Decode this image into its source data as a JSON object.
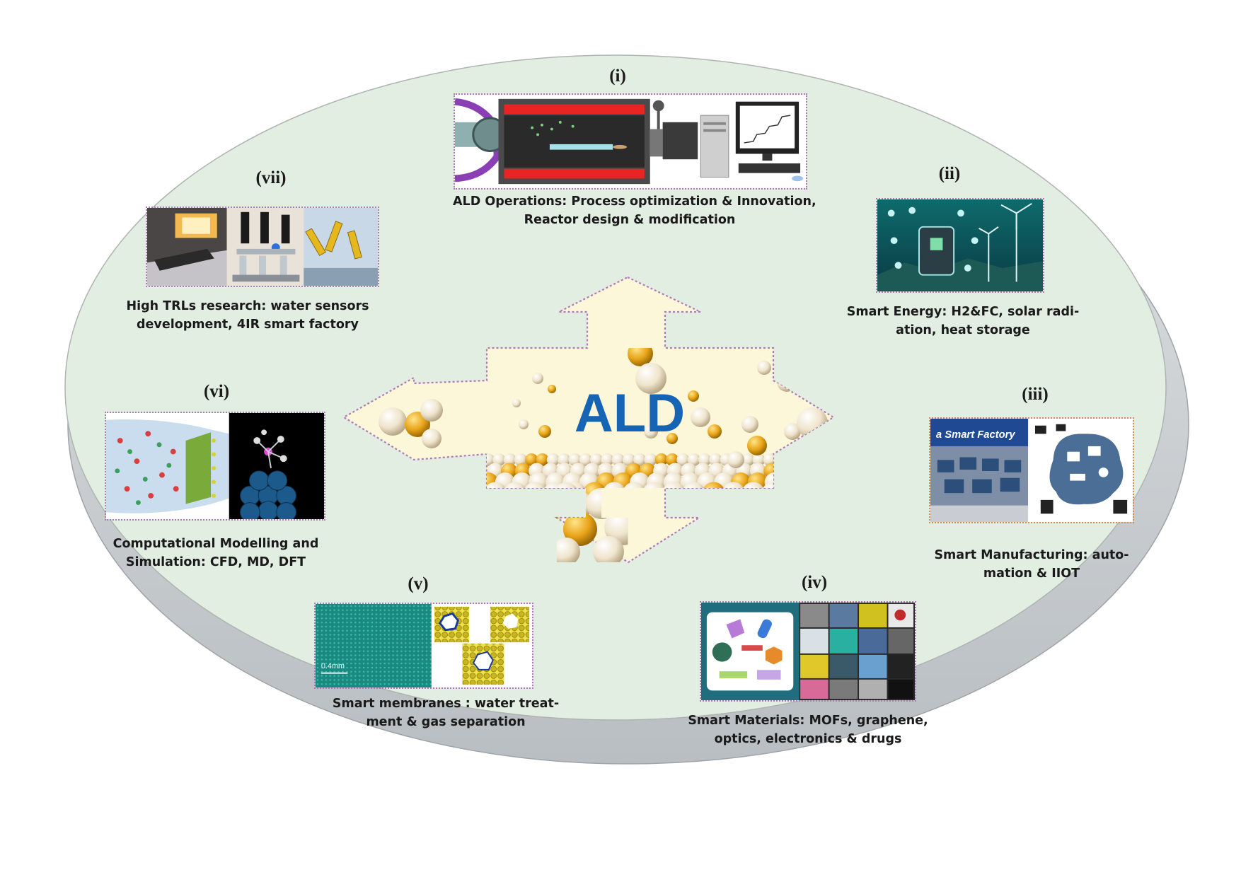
{
  "center": {
    "label": "ALD"
  },
  "colors": {
    "disc_face": "#e3eee3",
    "disc_edge": "#cfd3d6",
    "arrow_fill": "#fdf7da",
    "accent": "#1565b4",
    "gold": "#e8a318",
    "pearl": "#f0e7d2"
  },
  "sections": [
    {
      "id": "i",
      "label": "(i)",
      "caption": [
        "ALD Operations: Process optimization & Innovation,",
        "Reactor design & modification"
      ]
    },
    {
      "id": "ii",
      "label": "(ii)",
      "caption": [
        "Smart Energy: H2&FC, solar radi-",
        "ation, heat storage"
      ]
    },
    {
      "id": "iii",
      "label": "(iii)",
      "caption": [
        "Smart Manufacturing: auto-",
        "mation & IIOT"
      ],
      "image_text": "a Smart Factory"
    },
    {
      "id": "iv",
      "label": "(iv)",
      "caption": [
        "Smart Materials: MOFs, graphene,",
        "optics, electronics & drugs"
      ]
    },
    {
      "id": "v",
      "label": "(v)",
      "caption": [
        "Smart membranes : water treat-",
        "ment & gas separation"
      ],
      "image_text": "0.4mm"
    },
    {
      "id": "vi",
      "label": "(vi)",
      "caption": [
        "Computational Modelling and",
        "Simulation: CFD, MD, DFT"
      ]
    },
    {
      "id": "vii",
      "label": "(vii)",
      "caption": [
        "High TRLs research: water sensors",
        "development, 4IR smart factory"
      ]
    }
  ]
}
